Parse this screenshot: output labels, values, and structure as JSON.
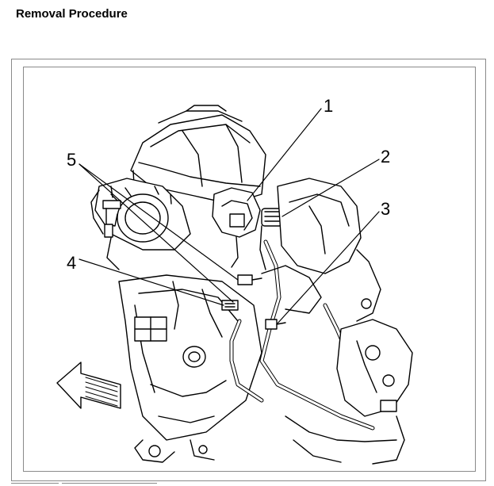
{
  "page": {
    "heading": "Removal Procedure"
  },
  "figure": {
    "illustration": "engine-component-line-drawing",
    "callouts": [
      {
        "id": "callout-1",
        "label": "1"
      },
      {
        "id": "callout-2",
        "label": "2"
      },
      {
        "id": "callout-3",
        "label": "3"
      },
      {
        "id": "callout-4",
        "label": "4"
      },
      {
        "id": "callout-5",
        "label": "5"
      }
    ],
    "direction_arrow": "front-arrow-icon"
  }
}
